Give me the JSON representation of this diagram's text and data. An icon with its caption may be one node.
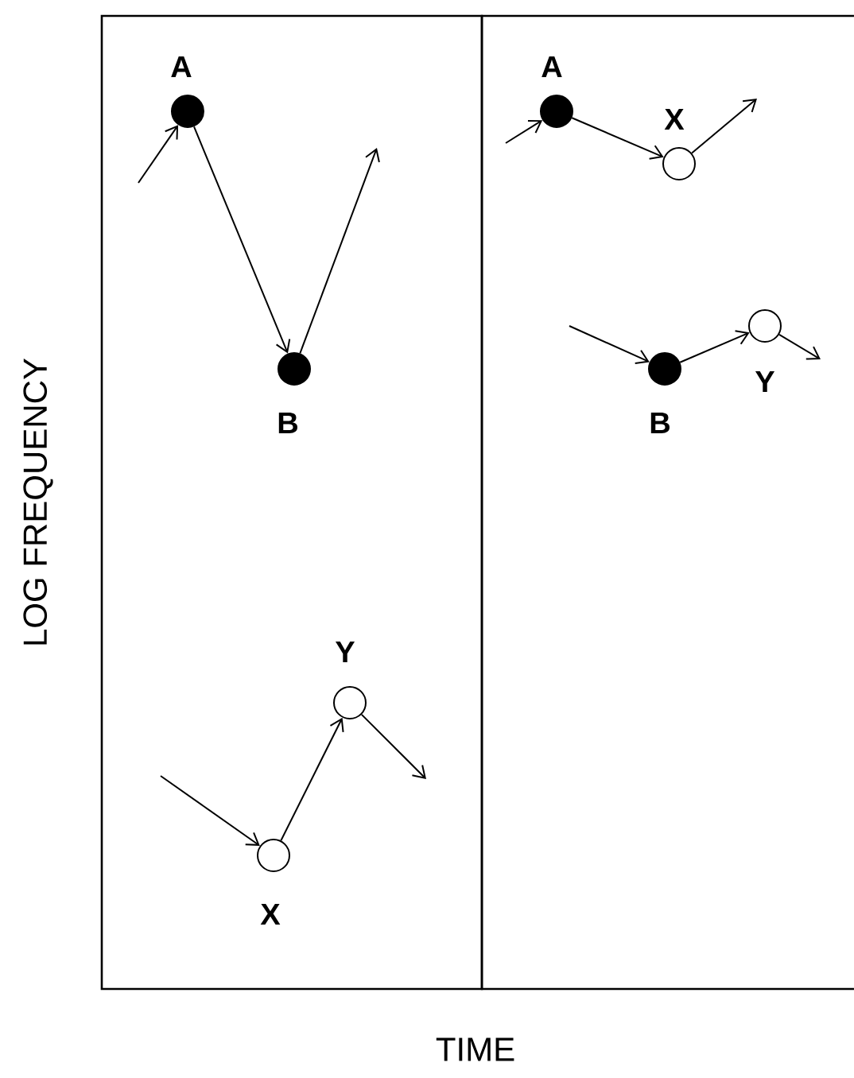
{
  "diagram": {
    "nodes": [
      {
        "text": [],
        "shape": "box"
      },
      {
        "text": [],
        "shape": "box"
      },
      {
        "text": [],
        "shape": "dot",
        "beside": [
          "A"
        ],
        "in": 0
      },
      {
        "text": [],
        "shape": "dot",
        "beside": [
          "B"
        ],
        "in": 0
      },
      {
        "text": [],
        "shape": "circle",
        "beside": [
          "Y"
        ],
        "in": 0
      },
      {
        "text": [],
        "shape": "circle",
        "beside": [
          "X"
        ],
        "in": 0
      },
      {
        "text": [],
        "shape": "dot",
        "beside": [
          "A"
        ],
        "in": 1
      },
      {
        "text": [],
        "shape": "circle",
        "beside": [
          "X"
        ],
        "in": 1
      },
      {
        "text": [],
        "shape": "dot",
        "beside": [
          "B"
        ],
        "in": 1
      },
      {
        "text": [],
        "shape": "circle",
        "beside": [
          "Y"
        ],
        "in": 1
      }
    ],
    "edges": [
      {
        "from": null,
        "to": 2,
        "arrow": "to"
      },
      {
        "from": 2,
        "to": 3,
        "arrow": "to"
      },
      {
        "from": 3,
        "to": null,
        "arrow": "to"
      },
      {
        "from": null,
        "to": 5,
        "arrow": "to"
      },
      {
        "from": 5,
        "to": 4,
        "arrow": "to"
      },
      {
        "from": 4,
        "to": null,
        "arrow": "to"
      },
      {
        "from": null,
        "to": 6,
        "arrow": "to"
      },
      {
        "from": 6,
        "to": 7,
        "arrow": "to"
      },
      {
        "from": 7,
        "to": null,
        "arrow": "to"
      },
      {
        "from": null,
        "to": 8,
        "arrow": "to"
      },
      {
        "from": 8,
        "to": 9,
        "arrow": "to"
      },
      {
        "from": 9,
        "to": null,
        "arrow": "to"
      }
    ],
    "labels": [
      "LOG FREQUENCY",
      "TIME"
    ]
  }
}
